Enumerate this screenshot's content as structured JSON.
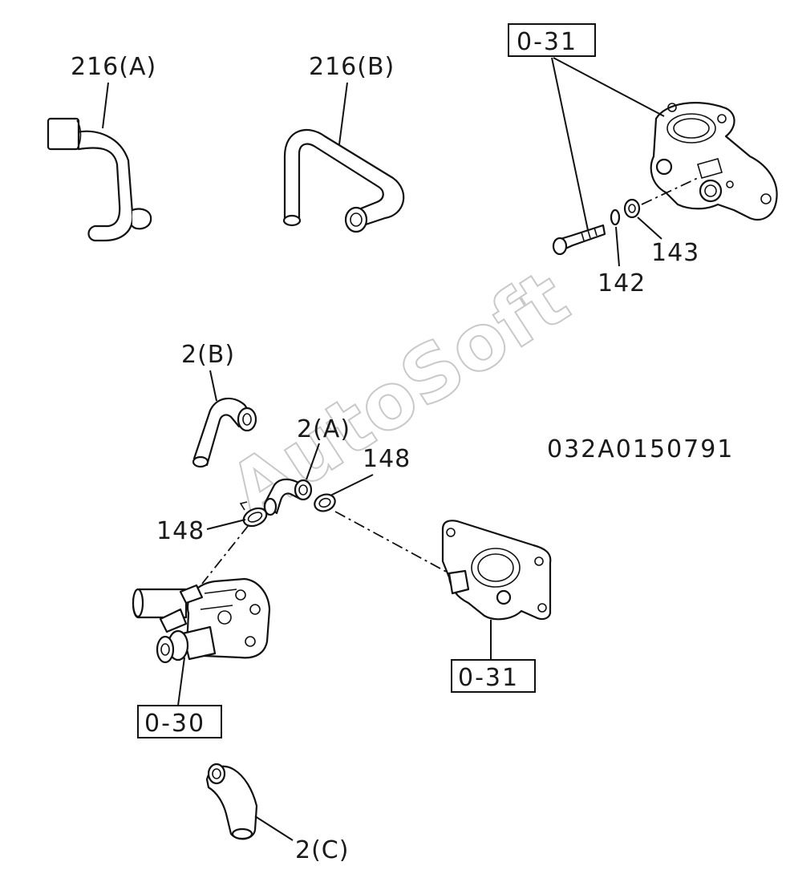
{
  "diagram": {
    "figure_id": "032A0150791",
    "watermark": "AutoSoft",
    "callouts": {
      "hose_216a": "216(A)",
      "hose_216b": "216(B)",
      "hose_2b": "2(B)",
      "hose_2a": "2(A)",
      "hose_2c": "2(C)",
      "clip_148_left": "148",
      "clip_148_right": "148",
      "washer_142": "142",
      "washer_143": "143"
    },
    "references": {
      "top_right": "0-31",
      "middle_right": "0-31",
      "bottom_left": "0-30"
    }
  }
}
